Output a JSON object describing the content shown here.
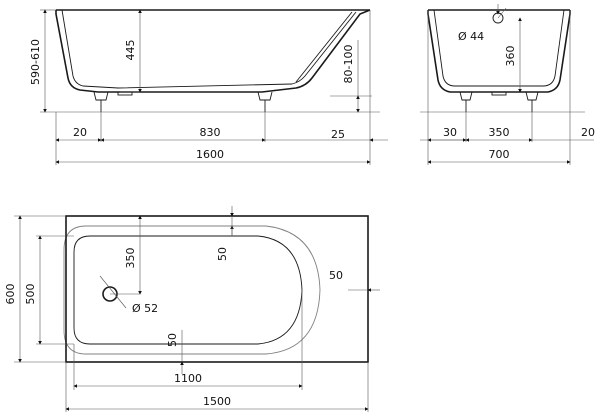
{
  "side_view": {
    "overall_height": "590-610",
    "inner_depth": "445",
    "feet_height": "80-100",
    "foot_offset_left": "20",
    "feet_spacing": "830",
    "foot_offset_right": "25",
    "length": "1600"
  },
  "end_view": {
    "drain_diameter": "Ø 44",
    "drain_height": "360",
    "foot_offset_left": "30",
    "feet_spacing": "350",
    "foot_offset_right": "20",
    "width": "700"
  },
  "top_view": {
    "outer_width": "600",
    "inner_width": "500",
    "drain_offset": "350",
    "rim_top": "50",
    "rim_right": "50",
    "drain_diameter": "Ø 52",
    "rim_bottom": "50",
    "inner_length": "1100",
    "outer_length": "1500"
  }
}
